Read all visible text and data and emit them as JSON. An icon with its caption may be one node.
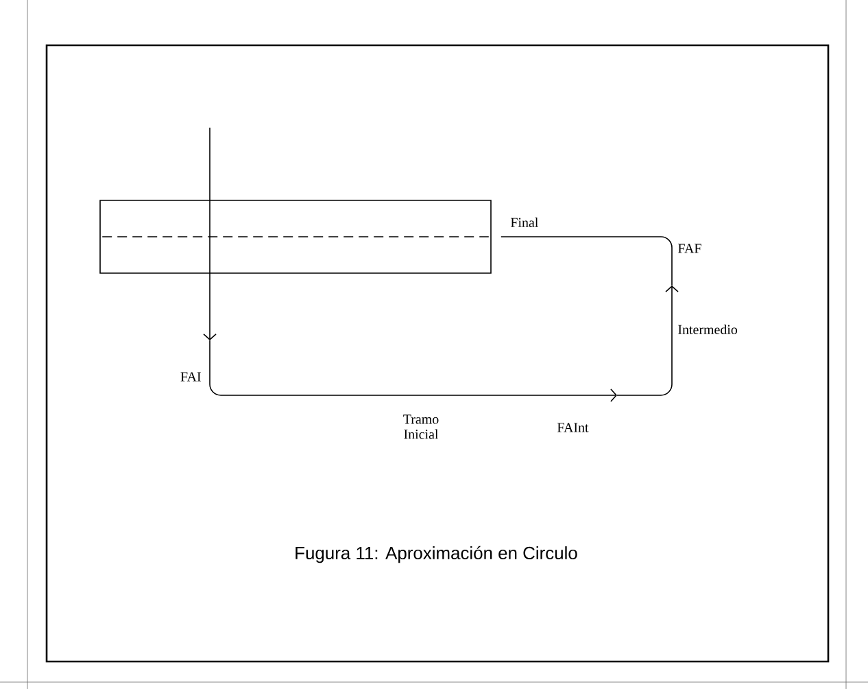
{
  "diagram": {
    "caption": "Fugura 11: Aproximación en Circulo",
    "nodes": [
      {
        "text": [],
        "shape": "box"
      },
      {
        "text": [
          "FAI"
        ]
      },
      {
        "text": [
          "FAInt"
        ]
      },
      {
        "text": [
          "FAF"
        ]
      }
    ],
    "edges": [
      {
        "from": null,
        "to": 1,
        "arrow": "to"
      },
      {
        "from": 1,
        "to": 2,
        "arrow": "to",
        "label": "Tramo Inicial"
      },
      {
        "from": 2,
        "to": 3,
        "arrow": "to",
        "label": "Intermedio"
      },
      {
        "from": 3,
        "to": 0,
        "arrow": "none",
        "label": "Final"
      }
    ]
  }
}
